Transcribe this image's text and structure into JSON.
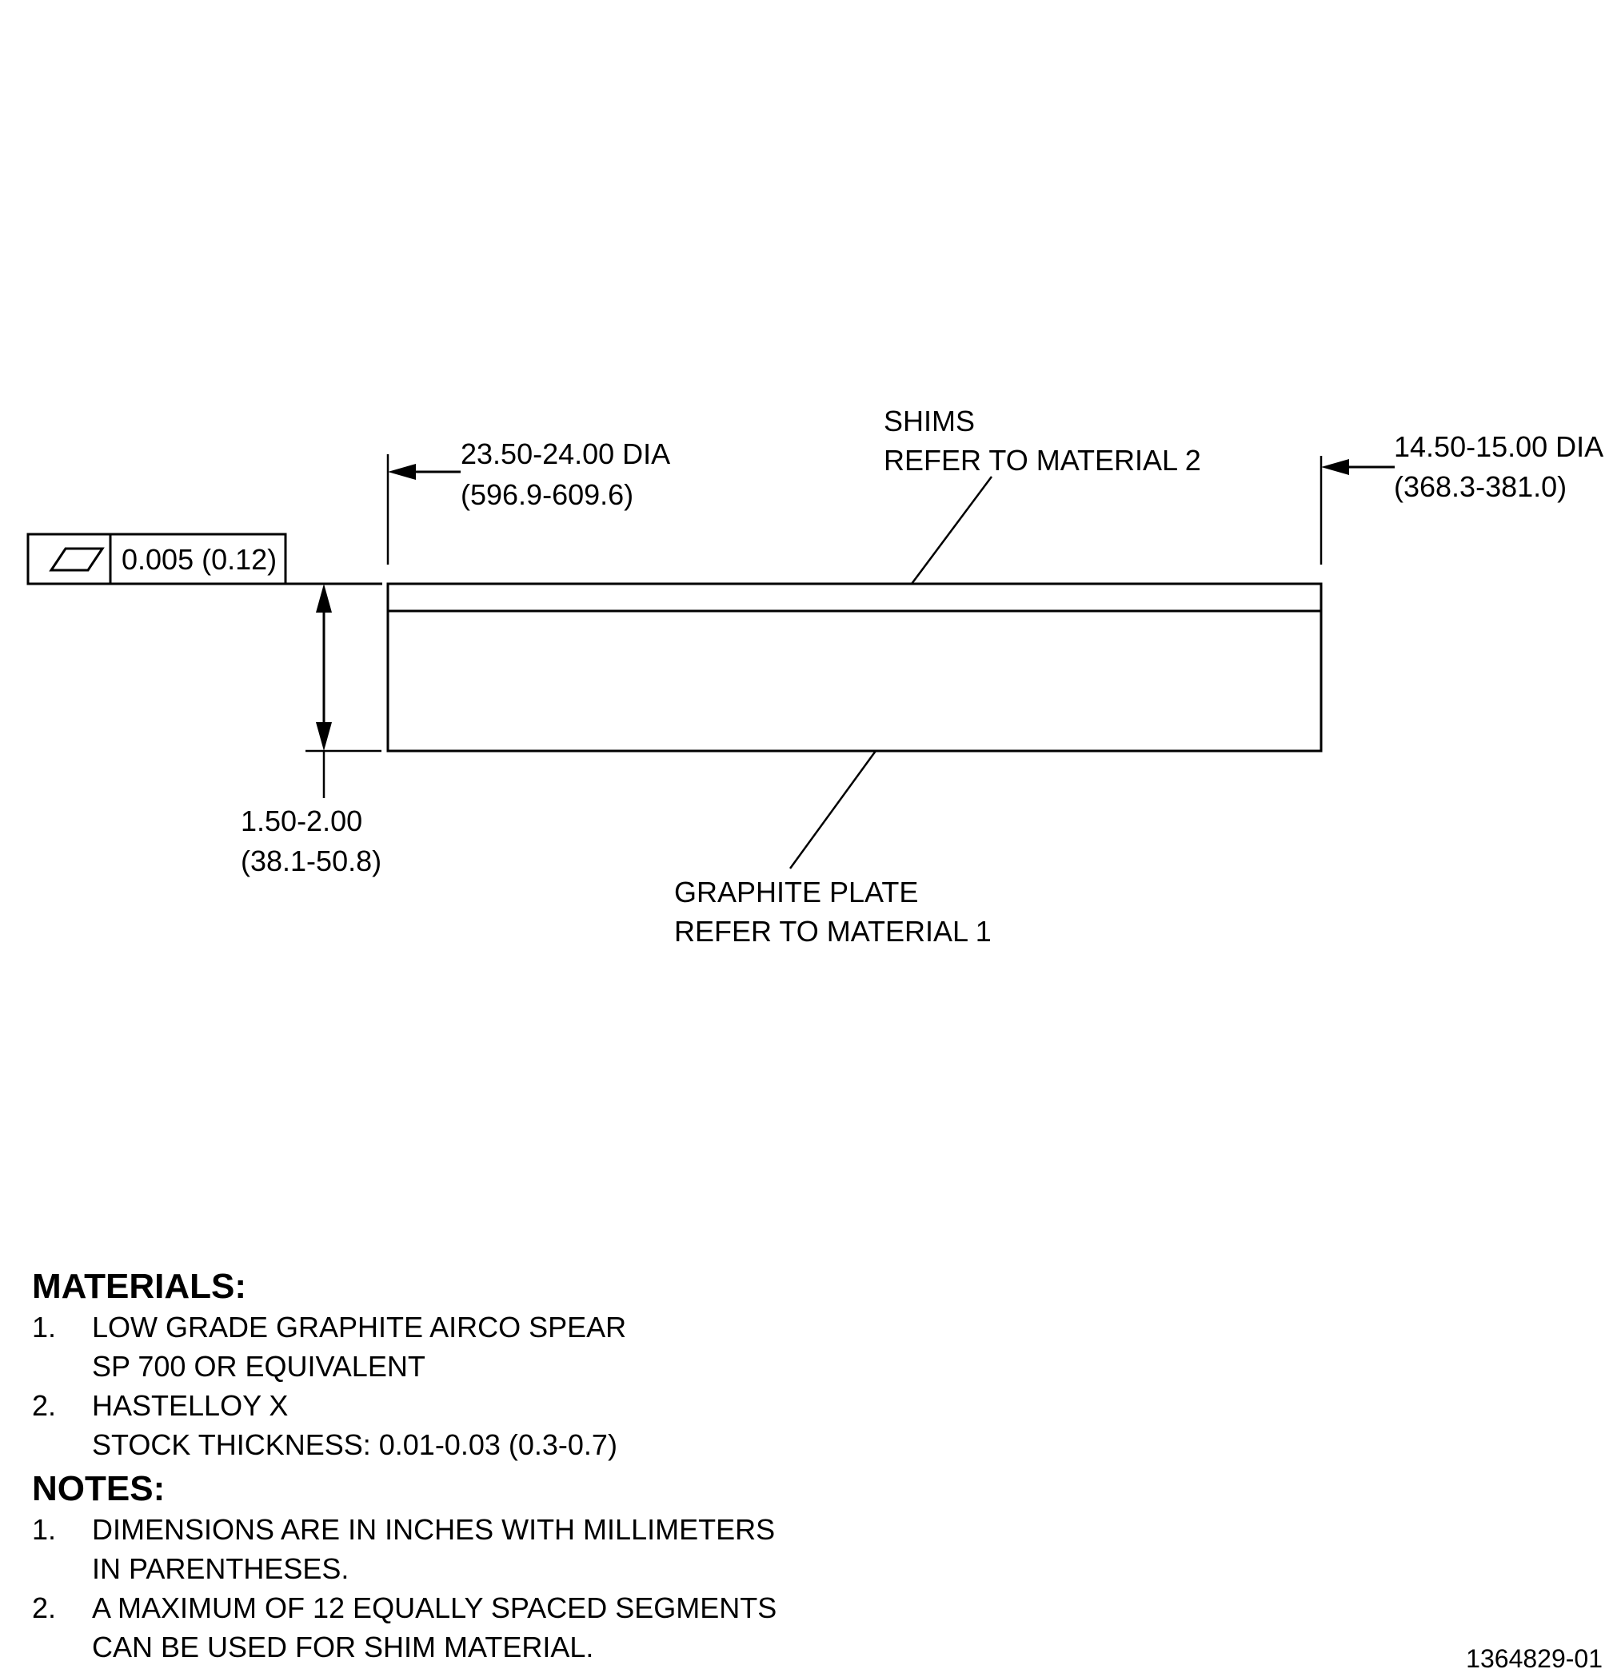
{
  "callouts": {
    "outer_dia": {
      "line1": "23.50-24.00 DIA",
      "line2": "(596.9-609.6)"
    },
    "inner_dia": {
      "line1": "14.50-15.00 DIA",
      "line2": "(368.3-381.0)"
    },
    "shims": {
      "line1": "SHIMS",
      "line2": "REFER TO MATERIAL 2"
    },
    "graphite": {
      "line1": "GRAPHITE PLATE",
      "line2": "REFER TO MATERIAL 1"
    },
    "thickness": {
      "line1": "1.50-2.00",
      "line2": "(38.1-50.8)"
    },
    "flatness": {
      "symbol": "flatness-icon",
      "tolerance": "0.005 (0.12)"
    }
  },
  "materials": {
    "heading": "MATERIALS:",
    "items": [
      {
        "num": "1.",
        "line1": "LOW GRADE GRAPHITE AIRCO SPEAR",
        "line2": "SP 700 OR EQUIVALENT"
      },
      {
        "num": "2.",
        "line1": "HASTELLOY X",
        "line2": "STOCK THICKNESS: 0.01-0.03 (0.3-0.7)"
      }
    ]
  },
  "notes": {
    "heading": "NOTES:",
    "items": [
      {
        "num": "1.",
        "line1": "DIMENSIONS ARE IN INCHES WITH MILLIMETERS",
        "line2": "IN PARENTHESES."
      },
      {
        "num": "2.",
        "line1": "A MAXIMUM OF 12 EQUALLY SPACED SEGMENTS",
        "line2": "CAN BE USED FOR SHIM MATERIAL."
      }
    ]
  },
  "drawing_number": "1364829-01"
}
